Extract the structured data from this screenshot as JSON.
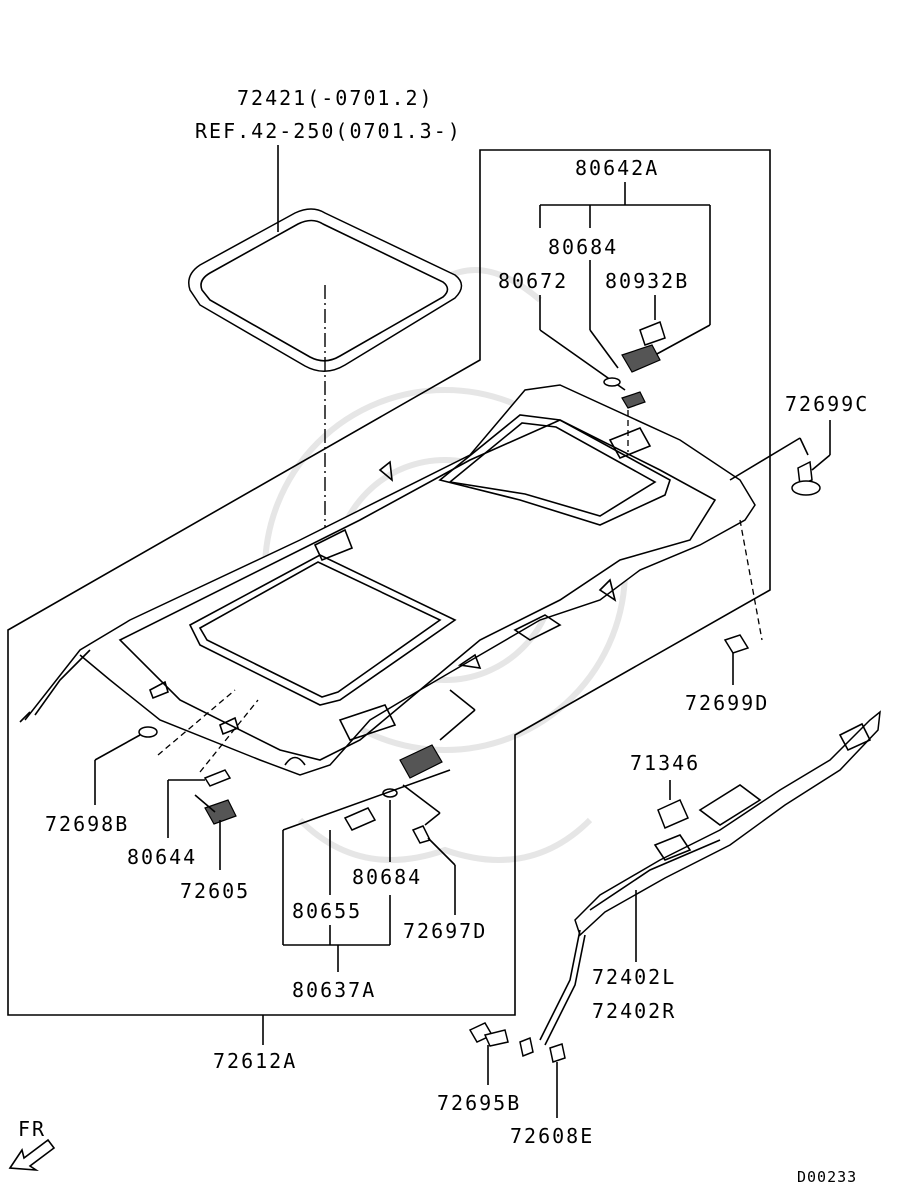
{
  "labels": {
    "p72421": "72421(-0701.2)",
    "ref": "REF.42-250(0701.3-)",
    "p80642A": "80642A",
    "p80684_top": "80684",
    "p80672": "80672",
    "p80932B": "80932B",
    "p72699C": "72699C",
    "p72699D": "72699D",
    "p71346": "71346",
    "p72698B": "72698B",
    "p80644": "80644",
    "p72605": "72605",
    "p80684_bottom": "80684",
    "p80655": "80655",
    "p72697D": "72697D",
    "p80637A": "80637A",
    "p72402L": "72402L",
    "p72402R": "72402R",
    "p72612A": "72612A",
    "p72695B": "72695B",
    "p72608E": "72608E",
    "fr": "FR",
    "code": "D00233"
  }
}
